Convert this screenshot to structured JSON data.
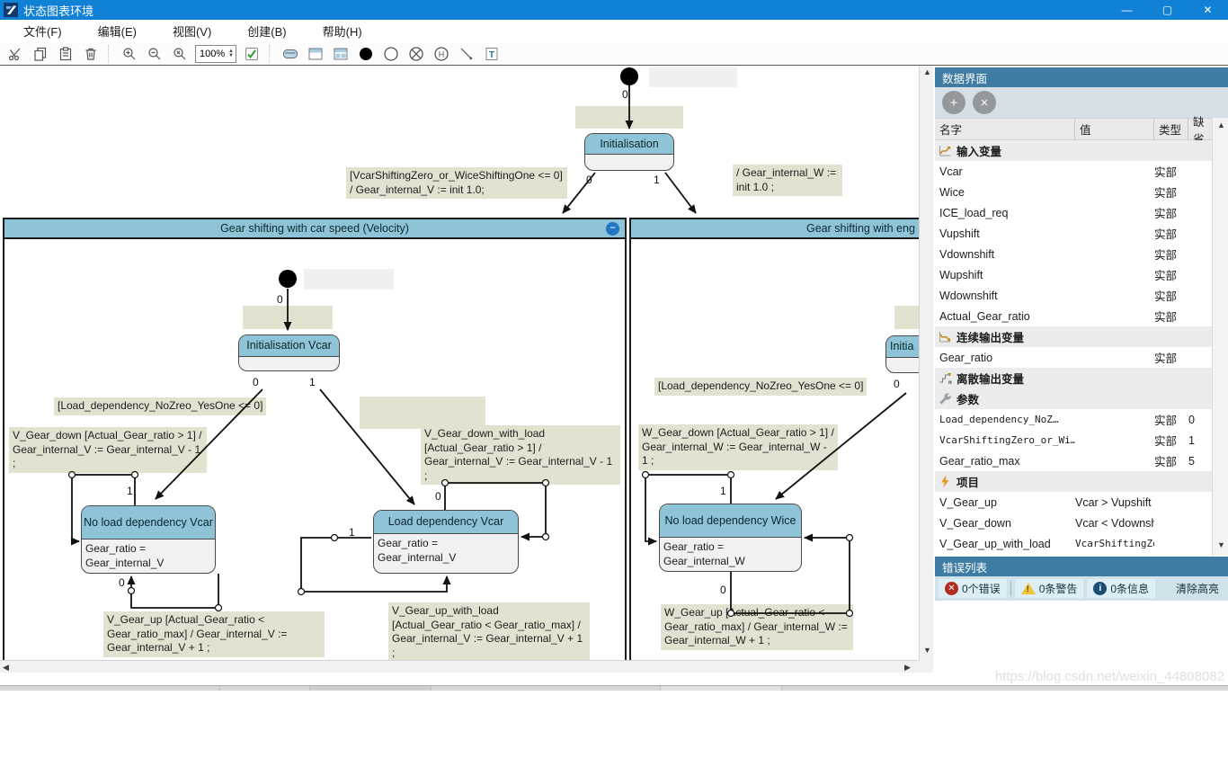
{
  "window": {
    "title": "状态图表环境",
    "minimize": "—",
    "maximize": "▢",
    "close": "✕"
  },
  "menus": [
    {
      "label": "文件(F)"
    },
    {
      "label": "编辑(E)"
    },
    {
      "label": "视图(V)"
    },
    {
      "label": "创建(B)"
    },
    {
      "label": "帮助(H)"
    }
  ],
  "toolbar": {
    "zoom_value": "100%",
    "icons": [
      "cut-icon",
      "copy-icon",
      "paste-icon",
      "trash-icon",
      "zoom-in-icon",
      "zoom-out-icon",
      "zoom-reset-icon",
      "zoom-spinner",
      "validate-icon",
      "state-rounded-icon",
      "state-titled-icon",
      "state-split-icon",
      "initial-state-icon",
      "final-state-icon",
      "junction-icon",
      "history-icon",
      "transition-icon",
      "text-icon"
    ]
  },
  "canvas": {
    "zero": "0",
    "one": "1",
    "states": {
      "init": {
        "title": "Initialisation"
      },
      "container_v": {
        "title": "Gear shifting with car speed (Velocity)",
        "collapse": "−"
      },
      "container_w": {
        "title": "Gear shifting with eng"
      },
      "init_vcar": {
        "title": "Initialisation Vcar"
      },
      "no_load_vcar": {
        "title": "No load dependency Vcar",
        "body": "Gear_ratio = Gear_internal_V"
      },
      "load_vcar": {
        "title": "Load dependency Vcar",
        "body": "Gear_ratio = Gear_internal_V"
      },
      "init_w": {
        "title": "Initia"
      },
      "no_load_wice": {
        "title": "No load dependency Wice",
        "body": "Gear_ratio = Gear_internal_W"
      }
    },
    "labels": {
      "t1": "[VcarShiftingZero_or_WiceShiftingOne <= 0] / Gear_internal_V := init 1.0;",
      "t2": "/ Gear_internal_W := init 1.0 ;",
      "g1": "[Load_dependency_NoZreo_YesOne <= 0]",
      "v_down": "V_Gear_down [Actual_Gear_ratio > 1] / Gear_internal_V := Gear_internal_V - 1 ;",
      "v_down_load": "V_Gear_down_with_load [Actual_Gear_ratio > 1] / Gear_internal_V := Gear_internal_V - 1 ;",
      "v_up": "V_Gear_up [Actual_Gear_ratio < Gear_ratio_max] / Gear_internal_V := Gear_internal_V + 1 ;",
      "v_up_load": "V_Gear_up_with_load [Actual_Gear_ratio < Gear_ratio_max] / Gear_internal_V := Gear_internal_V + 1 ;",
      "g2": "[Load_dependency_NoZreo_YesOne <= 0]",
      "w_down": "W_Gear_down [Actual_Gear_ratio > 1] / Gear_internal_W := Gear_internal_W - 1 ;",
      "w_up": "W_Gear_up [Actual_Gear_ratio < Gear_ratio_max] / Gear_internal_W := Gear_internal_W + 1 ;"
    }
  },
  "panel": {
    "title": "数据界面",
    "add_label": "+",
    "remove_label": "×",
    "columns": {
      "name": "名字",
      "value": "值",
      "type": "类型",
      "default": "缺省"
    },
    "rows": [
      {
        "kind": "section",
        "icon": "input-variables-icon",
        "label": "输入变量"
      },
      {
        "kind": "var",
        "name": "Vcar",
        "type": "实部"
      },
      {
        "kind": "var",
        "name": "Wice",
        "type": "实部"
      },
      {
        "kind": "var",
        "name": "ICE_load_req",
        "type": "实部"
      },
      {
        "kind": "var",
        "name": "Vupshift",
        "type": "实部"
      },
      {
        "kind": "var",
        "name": "Vdownshift",
        "type": "实部"
      },
      {
        "kind": "var",
        "name": "Wupshift",
        "type": "实部"
      },
      {
        "kind": "var",
        "name": "Wdownshift",
        "type": "实部"
      },
      {
        "kind": "var",
        "name": "Actual_Gear_ratio",
        "type": "实部"
      },
      {
        "kind": "section",
        "icon": "continuous-output-icon",
        "label": "连续输出变量"
      },
      {
        "kind": "var",
        "name": "Gear_ratio",
        "type": "实部"
      },
      {
        "kind": "section",
        "icon": "discrete-output-icon",
        "label": "离散输出变量"
      },
      {
        "kind": "section",
        "icon": "wrench-icon",
        "label": "参数"
      },
      {
        "kind": "var",
        "name": "Load_dependency_NoZ…",
        "type": "实部",
        "default": "0",
        "mono": true
      },
      {
        "kind": "var",
        "name": "VcarShiftingZero_or_Wi…",
        "type": "实部",
        "default": "1",
        "mono": true
      },
      {
        "kind": "var",
        "name": "Gear_ratio_max",
        "type": "实部",
        "default": "5"
      },
      {
        "kind": "section",
        "icon": "lightning-icon",
        "label": "项目"
      },
      {
        "kind": "var",
        "name": "V_Gear_up",
        "value": "Vcar > Vupshift"
      },
      {
        "kind": "var",
        "name": "V_Gear_down",
        "value": "Vcar < Vdownshift"
      },
      {
        "kind": "var",
        "name": "V_Gear_up_with_load",
        "value": "VcarShiftingZero_or_Wice…",
        "mono_value": true
      }
    ]
  },
  "errors": {
    "title": "错误列表",
    "errors_label": "0个错误",
    "warnings_label": "0条警告",
    "infos_label": "0条信息",
    "clear_label": "清除高亮"
  },
  "watermark": "https://blog.csdn.net/weixin_44808082"
}
